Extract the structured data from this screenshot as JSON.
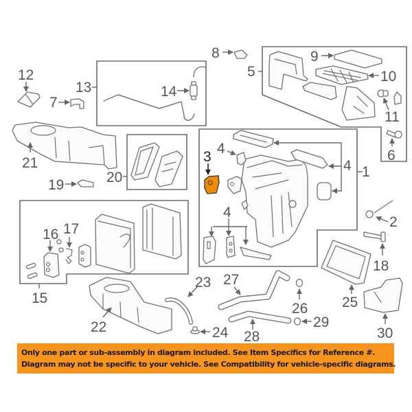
{
  "diagram": {
    "title": "HVAC heater/blower case assembly parts diagram",
    "highlight_color": "#f08c00",
    "highlighted_part": "3",
    "callouts": {
      "c1": "1",
      "c2": "2",
      "c3": "3",
      "c4a": "4",
      "c4b": "4",
      "c4c": "4",
      "c5": "5",
      "c6": "6",
      "c7": "7",
      "c8": "8",
      "c9": "9",
      "c10": "10",
      "c11": "11",
      "c12": "12",
      "c13": "13",
      "c14": "14",
      "c15": "15",
      "c16": "16",
      "c17": "17",
      "c18": "18",
      "c19": "19",
      "c20": "20",
      "c21": "21",
      "c22": "22",
      "c23": "23",
      "c24": "24",
      "c25": "25",
      "c26": "26",
      "c27": "27",
      "c28": "28",
      "c29": "29",
      "c30": "30"
    }
  },
  "disclaimer": {
    "background": "#f7941d",
    "line1": "Only one part or sub-assembly in diagram included. See Item Specifics for Reference #.",
    "line2": "Diagram may not be specific to your vehicle. See Compatibility for vehicle-specific diagrams."
  }
}
